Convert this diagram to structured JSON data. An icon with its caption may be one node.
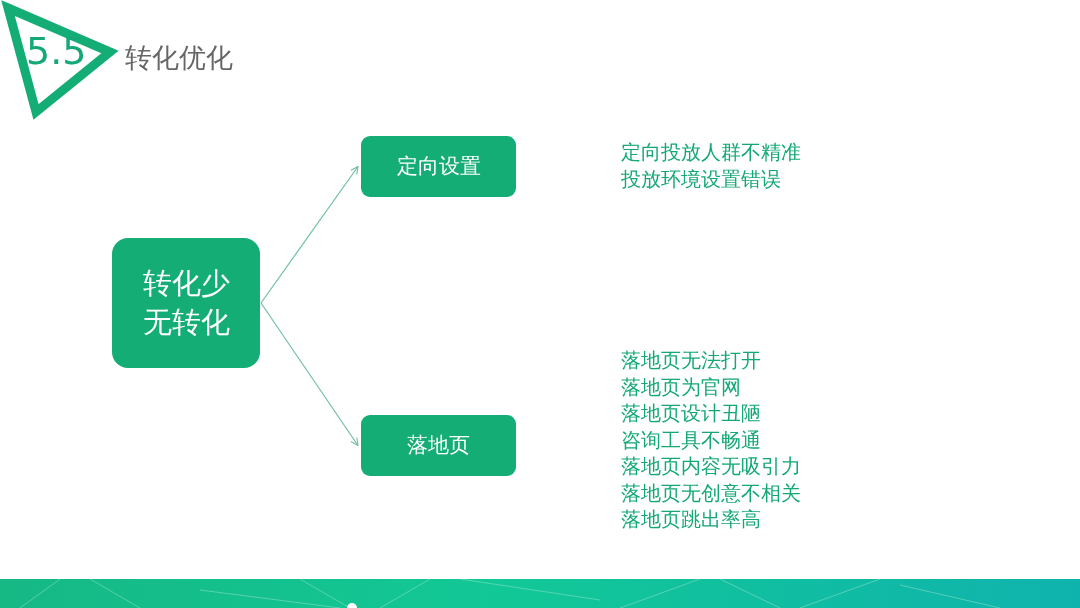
{
  "diagram": {
    "title": "转化优化",
    "nodes": [
      {
        "text": [
          "转化少",
          "无转化"
        ]
      },
      {
        "text": [
          "定向设置"
        ],
        "beside": [
          "定向投放人群不精准",
          "投放环境设置错误"
        ]
      },
      {
        "text": [
          "落地页"
        ],
        "beside": [
          "落地页无法打开",
          "落地页为官网",
          "落地页设计丑陋",
          "咨询工具不畅通",
          "落地页内容无吸引力",
          "落地页无创意不相关",
          "落地页跳出率高"
        ]
      }
    ],
    "edges": [
      {
        "from": 0,
        "to": 1,
        "arrow": "to"
      },
      {
        "from": 0,
        "to": 2,
        "arrow": "to"
      }
    ],
    "labels": [
      "5.5"
    ]
  }
}
